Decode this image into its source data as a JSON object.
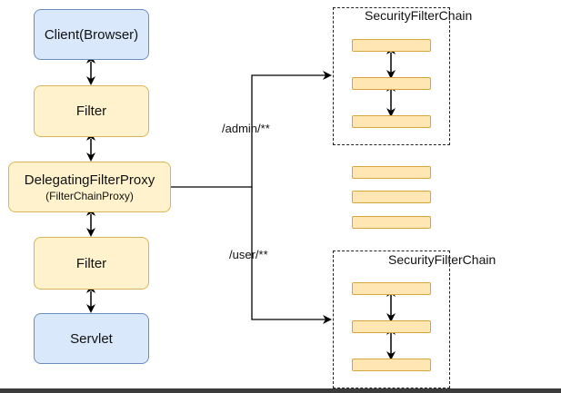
{
  "nodes": {
    "client": "Client(Browser)",
    "filter_top": "Filter",
    "proxy": "DelegatingFilterProxy",
    "proxy_sub": "(FilterChainProxy)",
    "filter_bottom": "Filter",
    "servlet": "Servlet"
  },
  "chains": {
    "top_title": "SecurityFilterChain",
    "bottom_title": "SecurityFilterChain"
  },
  "routes": {
    "admin": "/admin/**",
    "user": "/user/**"
  },
  "colors": {
    "blue_fill": "#dae8fc",
    "blue_border": "#6c8ebf",
    "yellow_fill": "#fff2cc",
    "yellow_border": "#d6b656",
    "bar_fill": "#ffe6b3"
  }
}
